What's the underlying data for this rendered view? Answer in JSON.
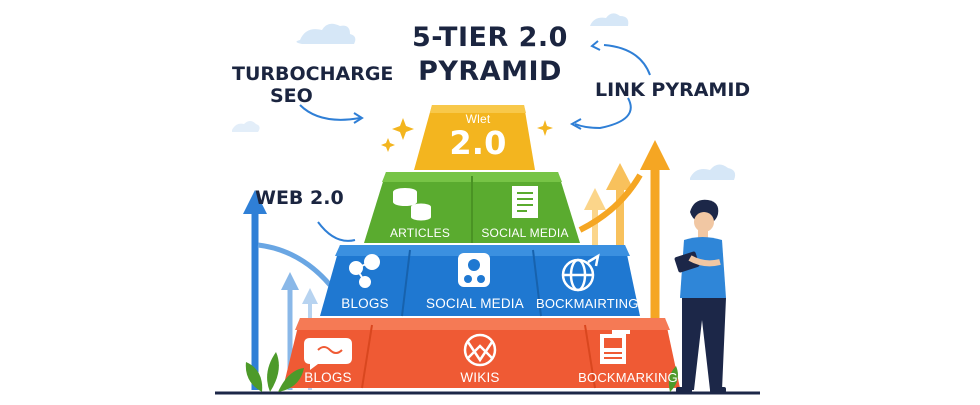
{
  "title": {
    "line1": "5-TIER 2.0",
    "line2": "PYRAMID"
  },
  "callouts": {
    "turbocharge": {
      "line1": "TURBOCHARGE",
      "line2": "SEO"
    },
    "link_pyramid": "LINK PYRAMID",
    "web20": "WEB 2.0"
  },
  "tiers": {
    "top": {
      "small": "Wlet",
      "big": "2.0",
      "color": "#f3b51f"
    },
    "green": {
      "left": "ARTICLES",
      "right": "SOCIAL MEDIA",
      "color": "#5aab2f"
    },
    "blue": {
      "left": "BLOGS",
      "middle": "SOCIAL MEDIA",
      "right": "BOCKMAIRTING",
      "color": "#1f78d1"
    },
    "red": {
      "left": "BLOGS",
      "middle": "WIKIS",
      "right": "BOCKMARKING",
      "color": "#ef5a34"
    }
  },
  "icons": [
    "cloud-icon",
    "database-icon",
    "document-icon",
    "share-icon",
    "profile-icon",
    "globe-icon",
    "chat-bubble-icon",
    "wiki-globe-icon",
    "newspaper-icon",
    "sparkle-icon",
    "arrow-icon",
    "leaf-icon",
    "tablet-icon"
  ],
  "colors": {
    "yellow": "#f3b51f",
    "green": "#5aab2f",
    "blue": "#1f78d1",
    "red": "#ef5a34",
    "arrow_blue": "#2f7fd6",
    "arrow_orange": "#f5a623",
    "person_shirt": "#2f86d8",
    "person_pants": "#1c2748"
  }
}
